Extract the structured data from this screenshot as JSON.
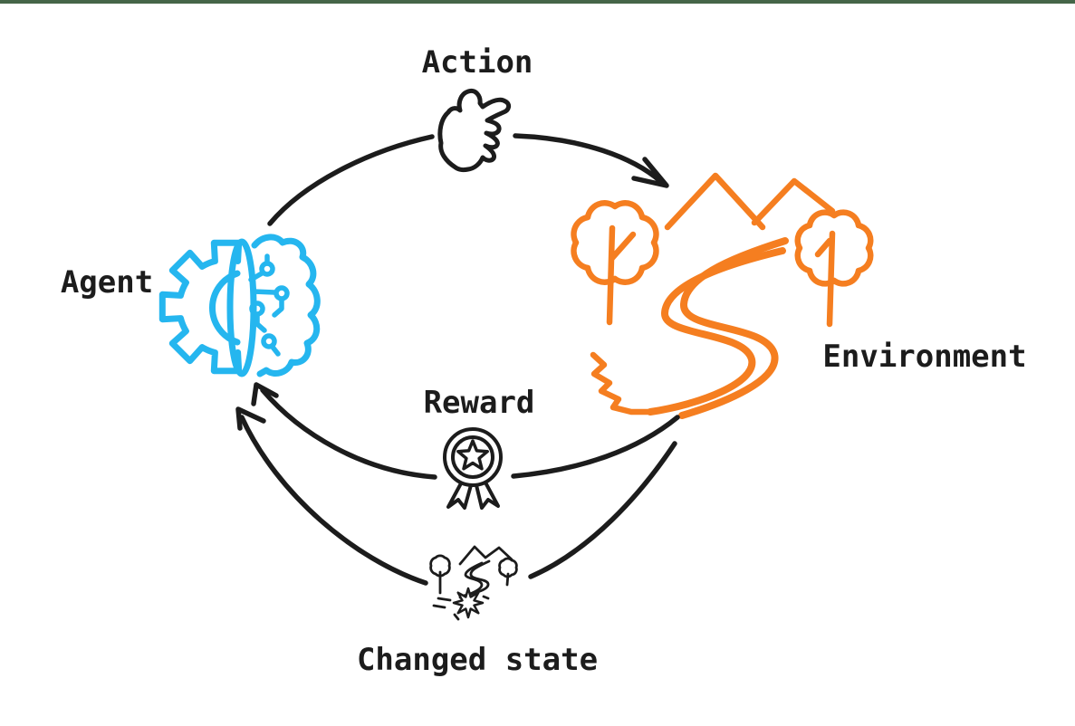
{
  "page": {
    "title": "Reinforcement learning cycle diagram",
    "background": "#ffffff",
    "top_bar_color": "#456548"
  },
  "colors": {
    "ink": "#1c1c1c",
    "agent": "#25b6ef",
    "environment": "#f57e20"
  },
  "labels": {
    "action": "Action",
    "agent": "Agent",
    "environment": "Environment",
    "reward": "Reward",
    "changed_state": "Changed state"
  },
  "icons": {
    "agent": "gear-brain-icon",
    "environment": "landscape-mountain-road-icon",
    "action": "pointing-hand-icon",
    "reward": "medal-ribbon-icon",
    "changed_state": "small-landscape-burst-icon"
  },
  "diagram": {
    "type": "cycle",
    "nodes": [
      {
        "id": "agent",
        "label": "Agent",
        "color": "#25b6ef"
      },
      {
        "id": "environment",
        "label": "Environment",
        "color": "#f57e20"
      }
    ],
    "edges": [
      {
        "from": "agent",
        "to": "environment",
        "label": "Action",
        "icon": "pointing-hand-icon"
      },
      {
        "from": "environment",
        "to": "agent",
        "label": "Reward",
        "icon": "medal-ribbon-icon"
      },
      {
        "from": "environment",
        "to": "agent",
        "label": "Changed state",
        "icon": "small-landscape-burst-icon"
      }
    ]
  }
}
